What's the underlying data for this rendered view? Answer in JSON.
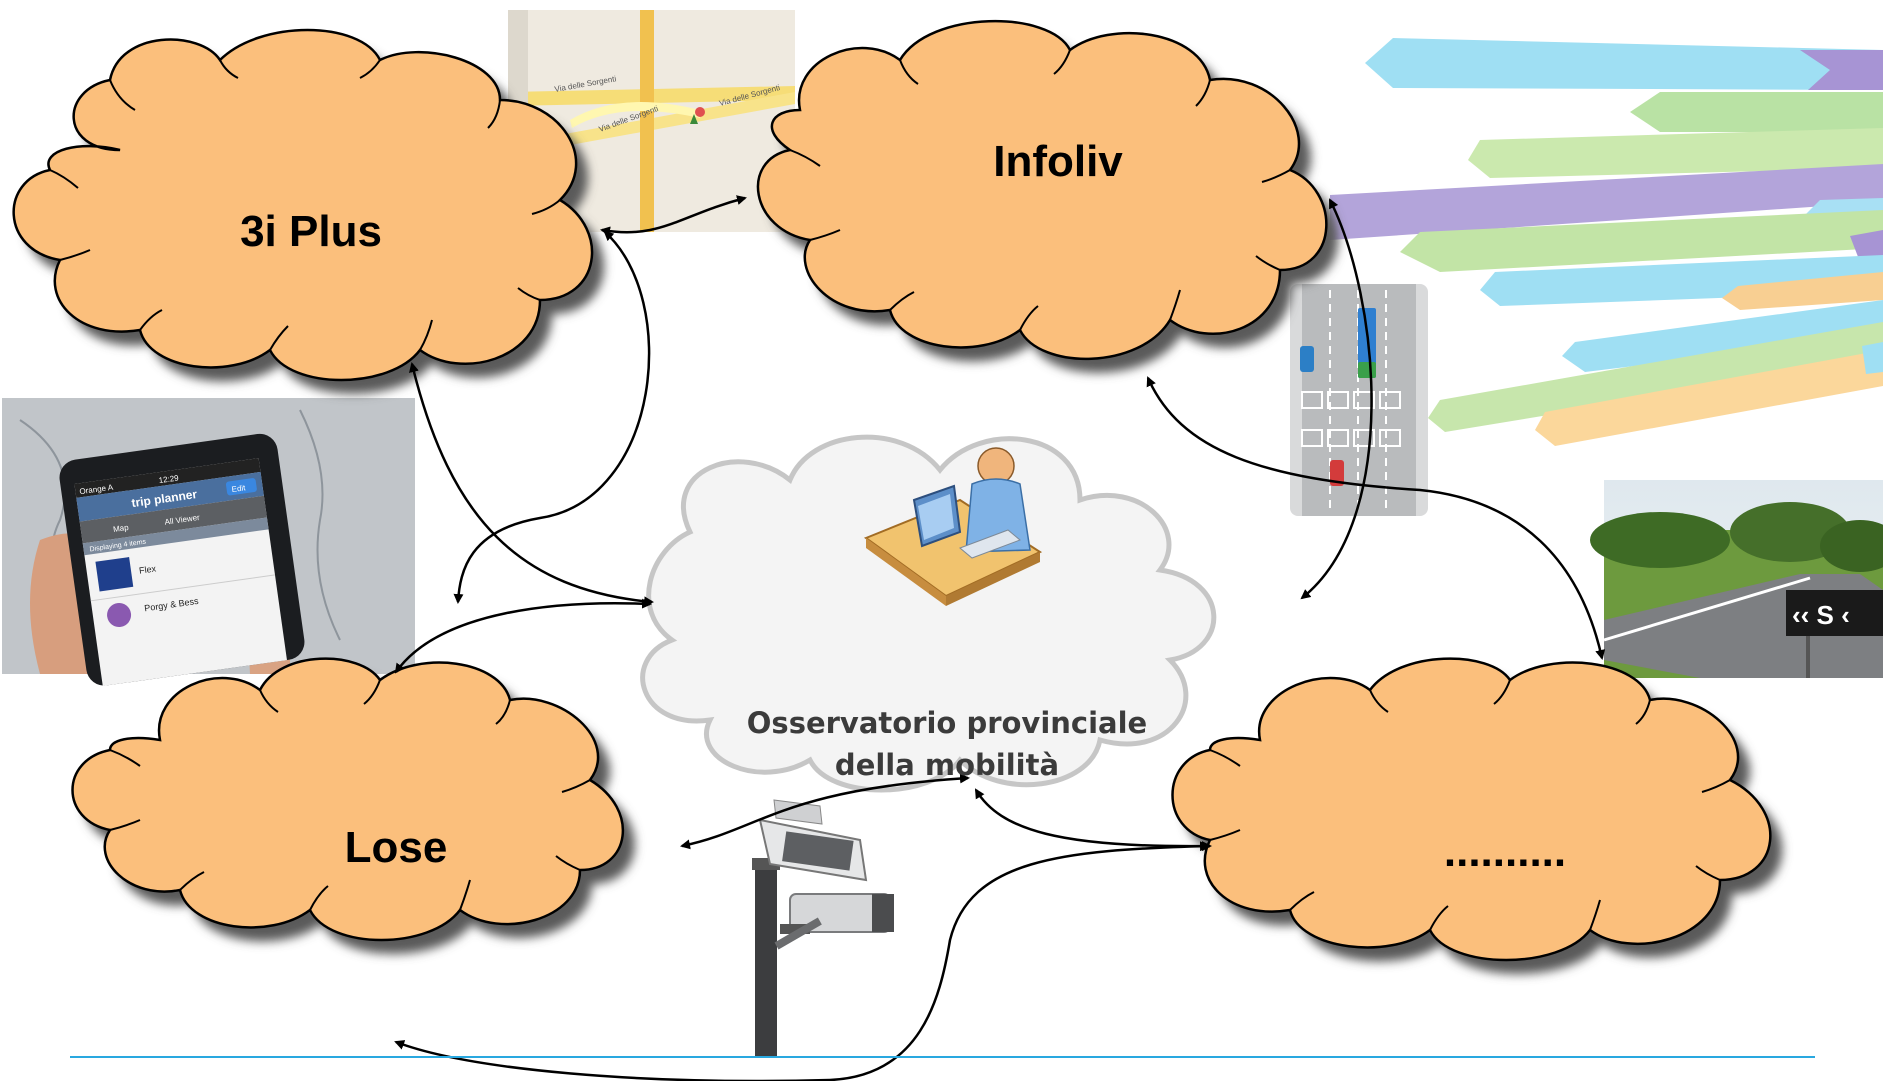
{
  "clouds": {
    "plus3i": "3i Plus",
    "infoliv": "Infoliv",
    "lose": "Lose",
    "more": ".........."
  },
  "center": {
    "line1": "Osservatorio provinciale",
    "line2": "della mobilità"
  },
  "phone": {
    "carrier": "Orange A",
    "time": "12:29",
    "app_title": "trip planner",
    "edit": "Edit",
    "map_tab": "Map",
    "all_viewer_tab": "All Viewer",
    "list_header": "Displaying 4 items",
    "item1": "Flex",
    "item2": "Porgy & Bess"
  },
  "map_labels": [
    "Via delle Sorgenti",
    "Via delle Sorgenti",
    "Via delle Sorgenti"
  ],
  "colors": {
    "cloud_fill": "#fbbf7c",
    "cloud_shadow": "#595959",
    "center_cloud": "#f4f4f4",
    "footer_line": "#29a8e0"
  }
}
